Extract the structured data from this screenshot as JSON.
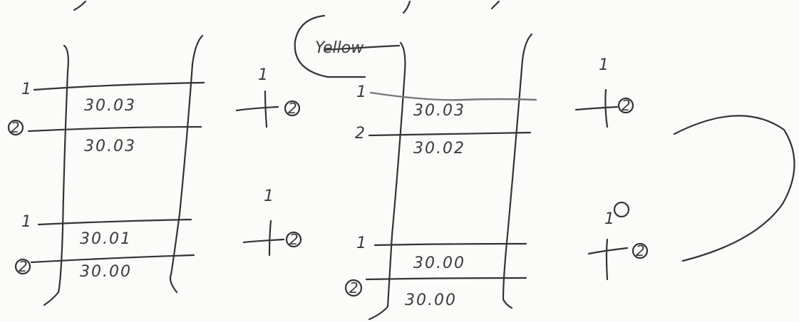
{
  "annotation": {
    "label": "Yellow"
  },
  "left_column": {
    "upper": {
      "marker_top": "1",
      "marker_bottom": "2",
      "reading_top": "30.03",
      "reading_bottom": "30.03",
      "cross_top": "1",
      "cross_right": "2"
    },
    "lower": {
      "marker_top": "1",
      "marker_bottom": "2",
      "reading_top": "30.01",
      "reading_bottom": "30.00",
      "cross_top": "1",
      "cross_right": "2"
    }
  },
  "right_column": {
    "upper": {
      "marker_top": "1",
      "marker_bottom": "2",
      "reading_top": "30.03",
      "reading_bottom": "30.02",
      "cross_top": "1",
      "cross_right": "2"
    },
    "lower": {
      "marker_top": "1",
      "marker_bottom": "2",
      "reading_top": "30.00",
      "reading_bottom": "30.00",
      "cross_top": "1",
      "cross_right": "2"
    }
  }
}
